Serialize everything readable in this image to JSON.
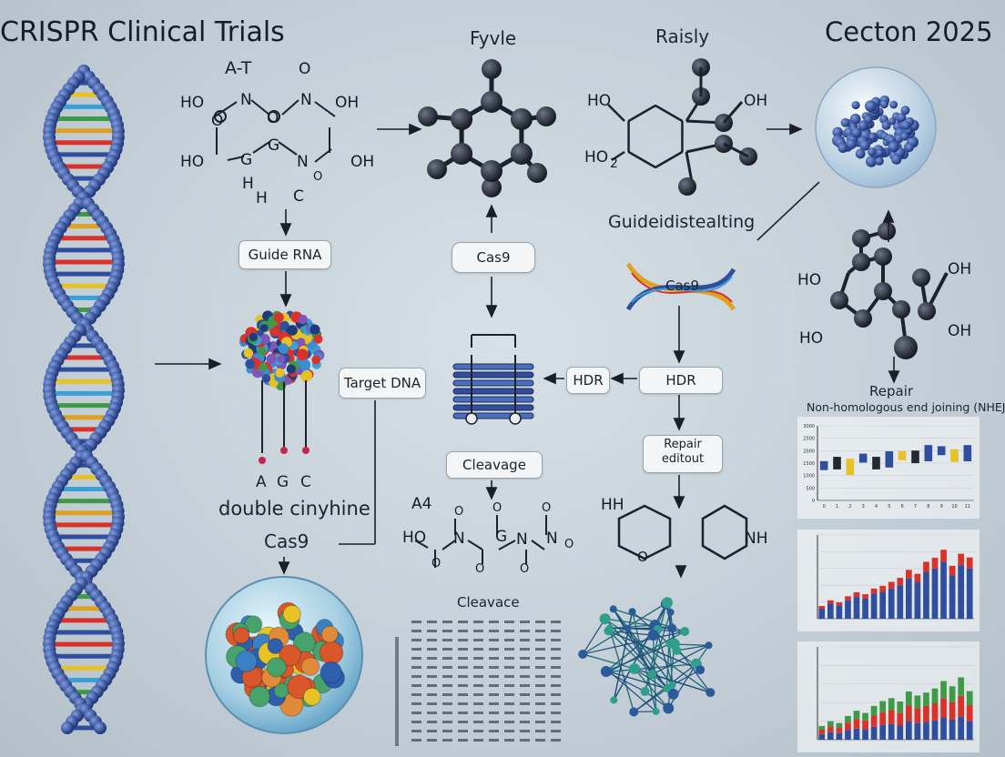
{
  "header": {
    "title": "CRISPR Clinical Trials",
    "col2": "Fyvle",
    "col3": "Raisly",
    "col4": "Cecton 2025"
  },
  "labels": {
    "guide_rna": "Guide RNA",
    "cas9_top": "Cas9",
    "guide_distealing": "Guideidistealting",
    "cas9_helix": "Cas9",
    "target_dna": "Target DNA",
    "hdr_left": "HDR",
    "hdr_right": "HDR",
    "repair_box_line1": "Repair",
    "repair_box_line2": "editout",
    "cleavage_box": "Cleavage",
    "cleavace": "Cleavace",
    "double_cinyhine": "double cinyhine",
    "cas9_bottom": "Cas9",
    "repair_right": "Repair",
    "nhej": "Non-homologous end joining (NHEJ)"
  },
  "bases": {
    "a": "A",
    "g": "G",
    "c": "C"
  },
  "chem": {
    "top_left": [
      "A-T",
      "O",
      "HO",
      "N",
      "O",
      "N",
      "OH",
      "O",
      "HO",
      "G",
      "G",
      "N",
      "OH",
      "H",
      "H",
      "C",
      "O"
    ],
    "top_right": [
      "HO",
      "OH",
      "HO",
      "2"
    ],
    "right_ring": [
      "HO",
      "OH",
      "HO",
      "OH"
    ],
    "bottom_mid": [
      "A4",
      "HO",
      "N",
      "G",
      "N",
      "N",
      "O",
      "O",
      "O",
      "O",
      "O",
      "O",
      "O"
    ],
    "bottom_right": [
      "HH",
      "O",
      "NH"
    ]
  },
  "colors": {
    "accent_blue": "#2f4f9e",
    "orange": "#e0a020",
    "red": "#d8322a",
    "green": "#3f9a48",
    "yellow": "#e6c227",
    "molecule": "#2a2f3a"
  },
  "chart_data": [
    {
      "type": "bar",
      "ylim": [
        0,
        3000
      ],
      "yticks": [
        "0",
        "500",
        "1000",
        "1500",
        "2000",
        "2500",
        "3000"
      ],
      "categories": [
        "0",
        "1",
        "2",
        "3",
        "4",
        "5",
        "6",
        "7",
        "8",
        "9",
        "10",
        "11"
      ],
      "series": [
        {
          "values": [
            1400,
            1500,
            1350,
            1700,
            1500,
            1650,
            1800,
            1750,
            1900,
            2000,
            1800,
            1900
          ]
        }
      ]
    },
    {
      "type": "bar",
      "ylim": [
        0,
        2500
      ],
      "series": [
        {
          "values": [
            300,
            450,
            400,
            550,
            650,
            600,
            750,
            800,
            900,
            1000,
            1200,
            1100,
            1400,
            1500,
            1700,
            1300,
            1600,
            1500
          ]
        },
        {
          "values": [
            80,
            100,
            90,
            120,
            140,
            130,
            150,
            180,
            200,
            220,
            260,
            240,
            300,
            320,
            360,
            280,
            340,
            330
          ]
        }
      ]
    },
    {
      "type": "bar",
      "ylim": [
        0,
        2500
      ],
      "series": [
        {
          "values": [
            150,
            200,
            180,
            260,
            300,
            280,
            350,
            400,
            420,
            380,
            500,
            450,
            480,
            520,
            600,
            540,
            620,
            500
          ]
        },
        {
          "values": [
            120,
            160,
            150,
            200,
            260,
            240,
            300,
            340,
            380,
            350,
            420,
            400,
            430,
            460,
            520,
            480,
            560,
            430
          ]
        },
        {
          "values": [
            100,
            140,
            120,
            180,
            220,
            200,
            260,
            300,
            320,
            300,
            380,
            340,
            360,
            400,
            460,
            420,
            500,
            380
          ]
        }
      ]
    }
  ]
}
